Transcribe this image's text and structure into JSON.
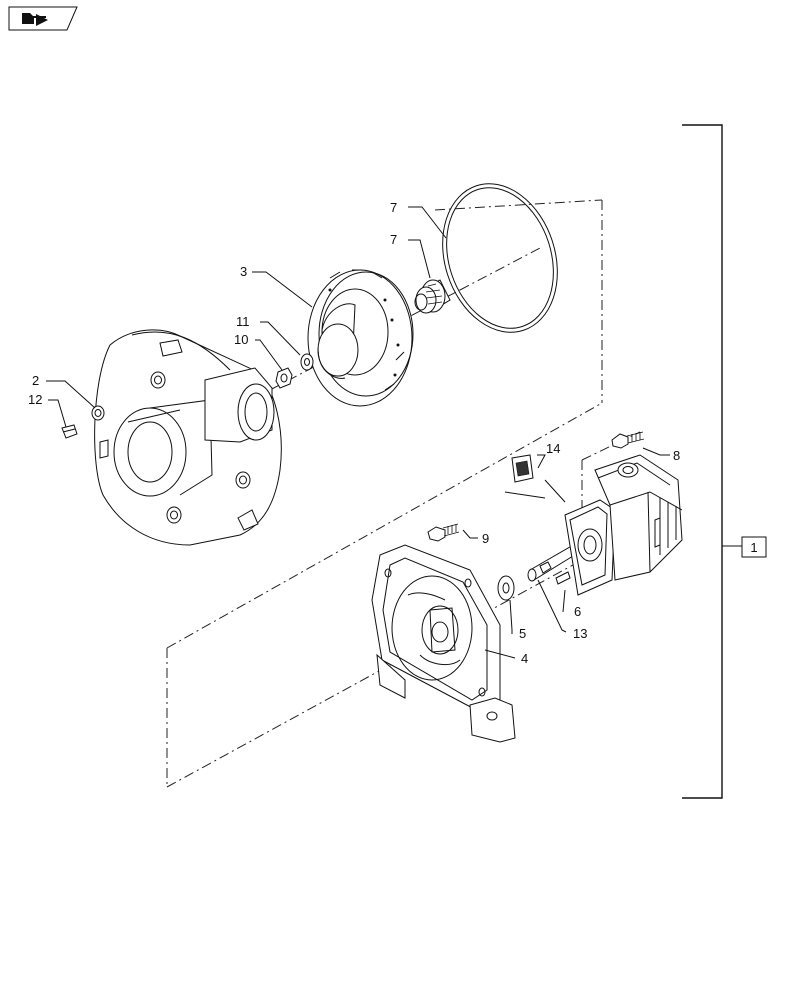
{
  "nav": {
    "icon": "back-arrow-book-icon"
  },
  "assembly_box": "1",
  "callouts": {
    "c2": "2",
    "c3": "3",
    "c4": "4",
    "c5": "5",
    "c6": "6",
    "c7a": "7",
    "c7b": "7",
    "c8": "8",
    "c9": "9",
    "c10": "10",
    "c11": "11",
    "c12": "12",
    "c13": "13",
    "c14": "14"
  }
}
